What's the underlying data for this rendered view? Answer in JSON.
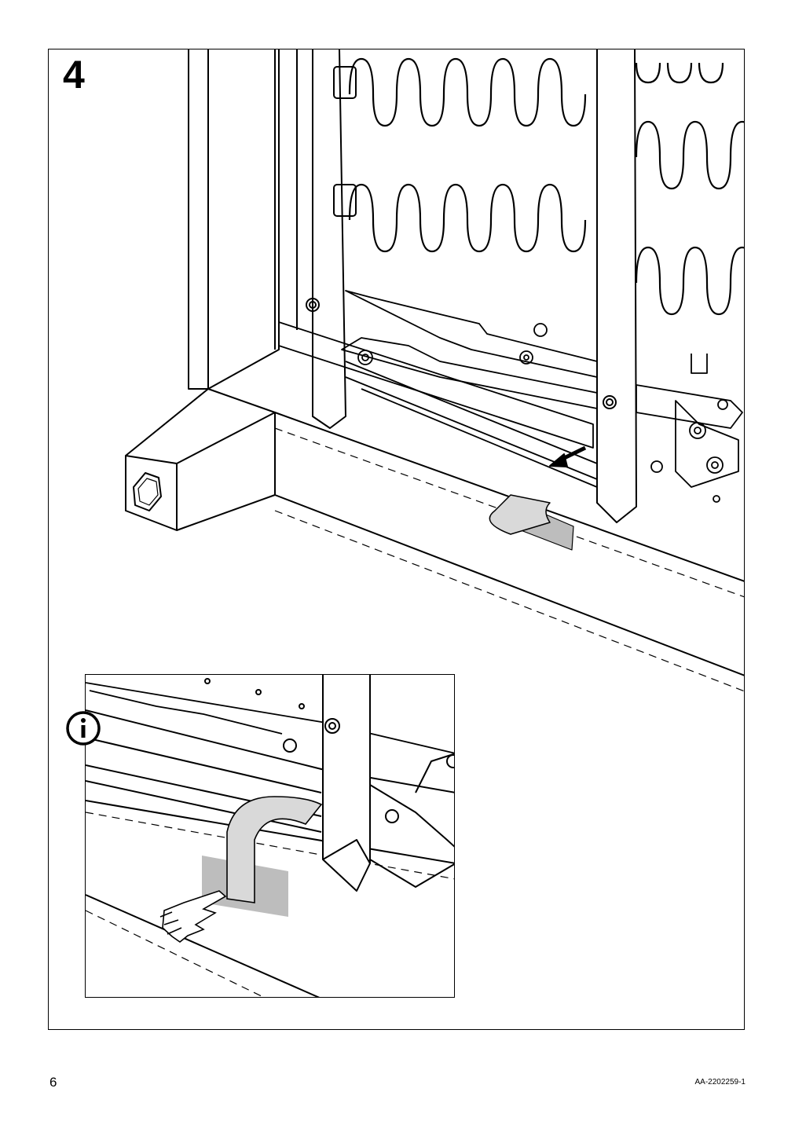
{
  "step": {
    "number": "4"
  },
  "footer": {
    "page_number": "6",
    "document_code": "AA-2202259-1"
  },
  "icons": {
    "info": "info-icon",
    "hand": "pointing-hand-icon",
    "arrow": "pull-direction-arrow-icon"
  },
  "colors": {
    "line": "#000000",
    "tape": "#bdbdbd",
    "strap": "#d9d9d9"
  }
}
